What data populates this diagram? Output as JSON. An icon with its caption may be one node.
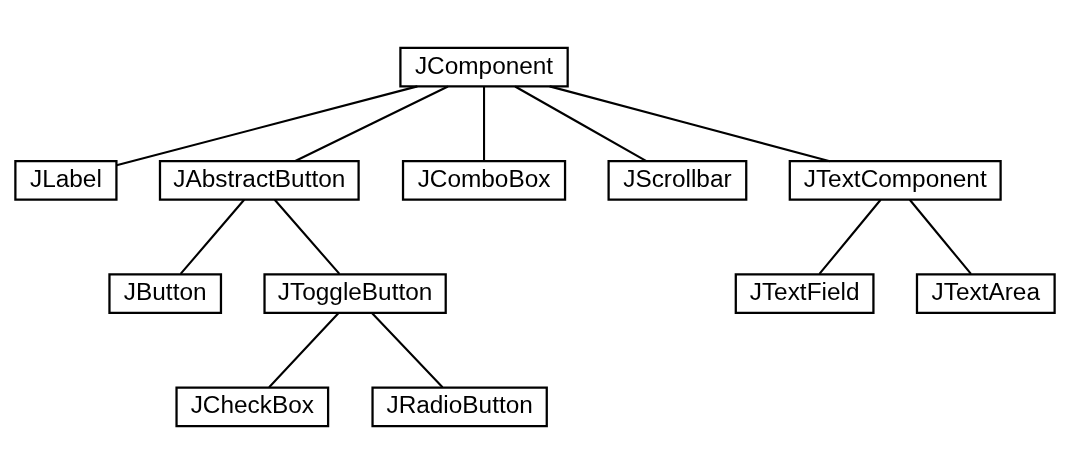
{
  "diagram": {
    "nodes": [
      {
        "text": [
          "JComponent"
        ]
      },
      {
        "text": [
          "JLabel"
        ]
      },
      {
        "text": [
          "JAbstractButton"
        ]
      },
      {
        "text": [
          "JComboBox"
        ]
      },
      {
        "text": [
          "JScrollbar"
        ]
      },
      {
        "text": [
          "JTextComponent"
        ]
      },
      {
        "text": [
          "JButton"
        ]
      },
      {
        "text": [
          "JToggleButton"
        ]
      },
      {
        "text": [
          "JTextField"
        ]
      },
      {
        "text": [
          "JTextArea"
        ]
      },
      {
        "text": [
          "JCheckBox"
        ]
      },
      {
        "text": [
          "JRadioButton"
        ]
      }
    ],
    "edges": [
      {
        "from": 0,
        "to": 1,
        "arrow": "none"
      },
      {
        "from": 0,
        "to": 2,
        "arrow": "none"
      },
      {
        "from": 0,
        "to": 3,
        "arrow": "none"
      },
      {
        "from": 0,
        "to": 4,
        "arrow": "none"
      },
      {
        "from": 0,
        "to": 5,
        "arrow": "none"
      },
      {
        "from": 2,
        "to": 6,
        "arrow": "none"
      },
      {
        "from": 2,
        "to": 7,
        "arrow": "none"
      },
      {
        "from": 5,
        "to": 8,
        "arrow": "none"
      },
      {
        "from": 5,
        "to": 9,
        "arrow": "none"
      },
      {
        "from": 7,
        "to": 10,
        "arrow": "none"
      },
      {
        "from": 7,
        "to": 11,
        "arrow": "none"
      }
    ]
  }
}
